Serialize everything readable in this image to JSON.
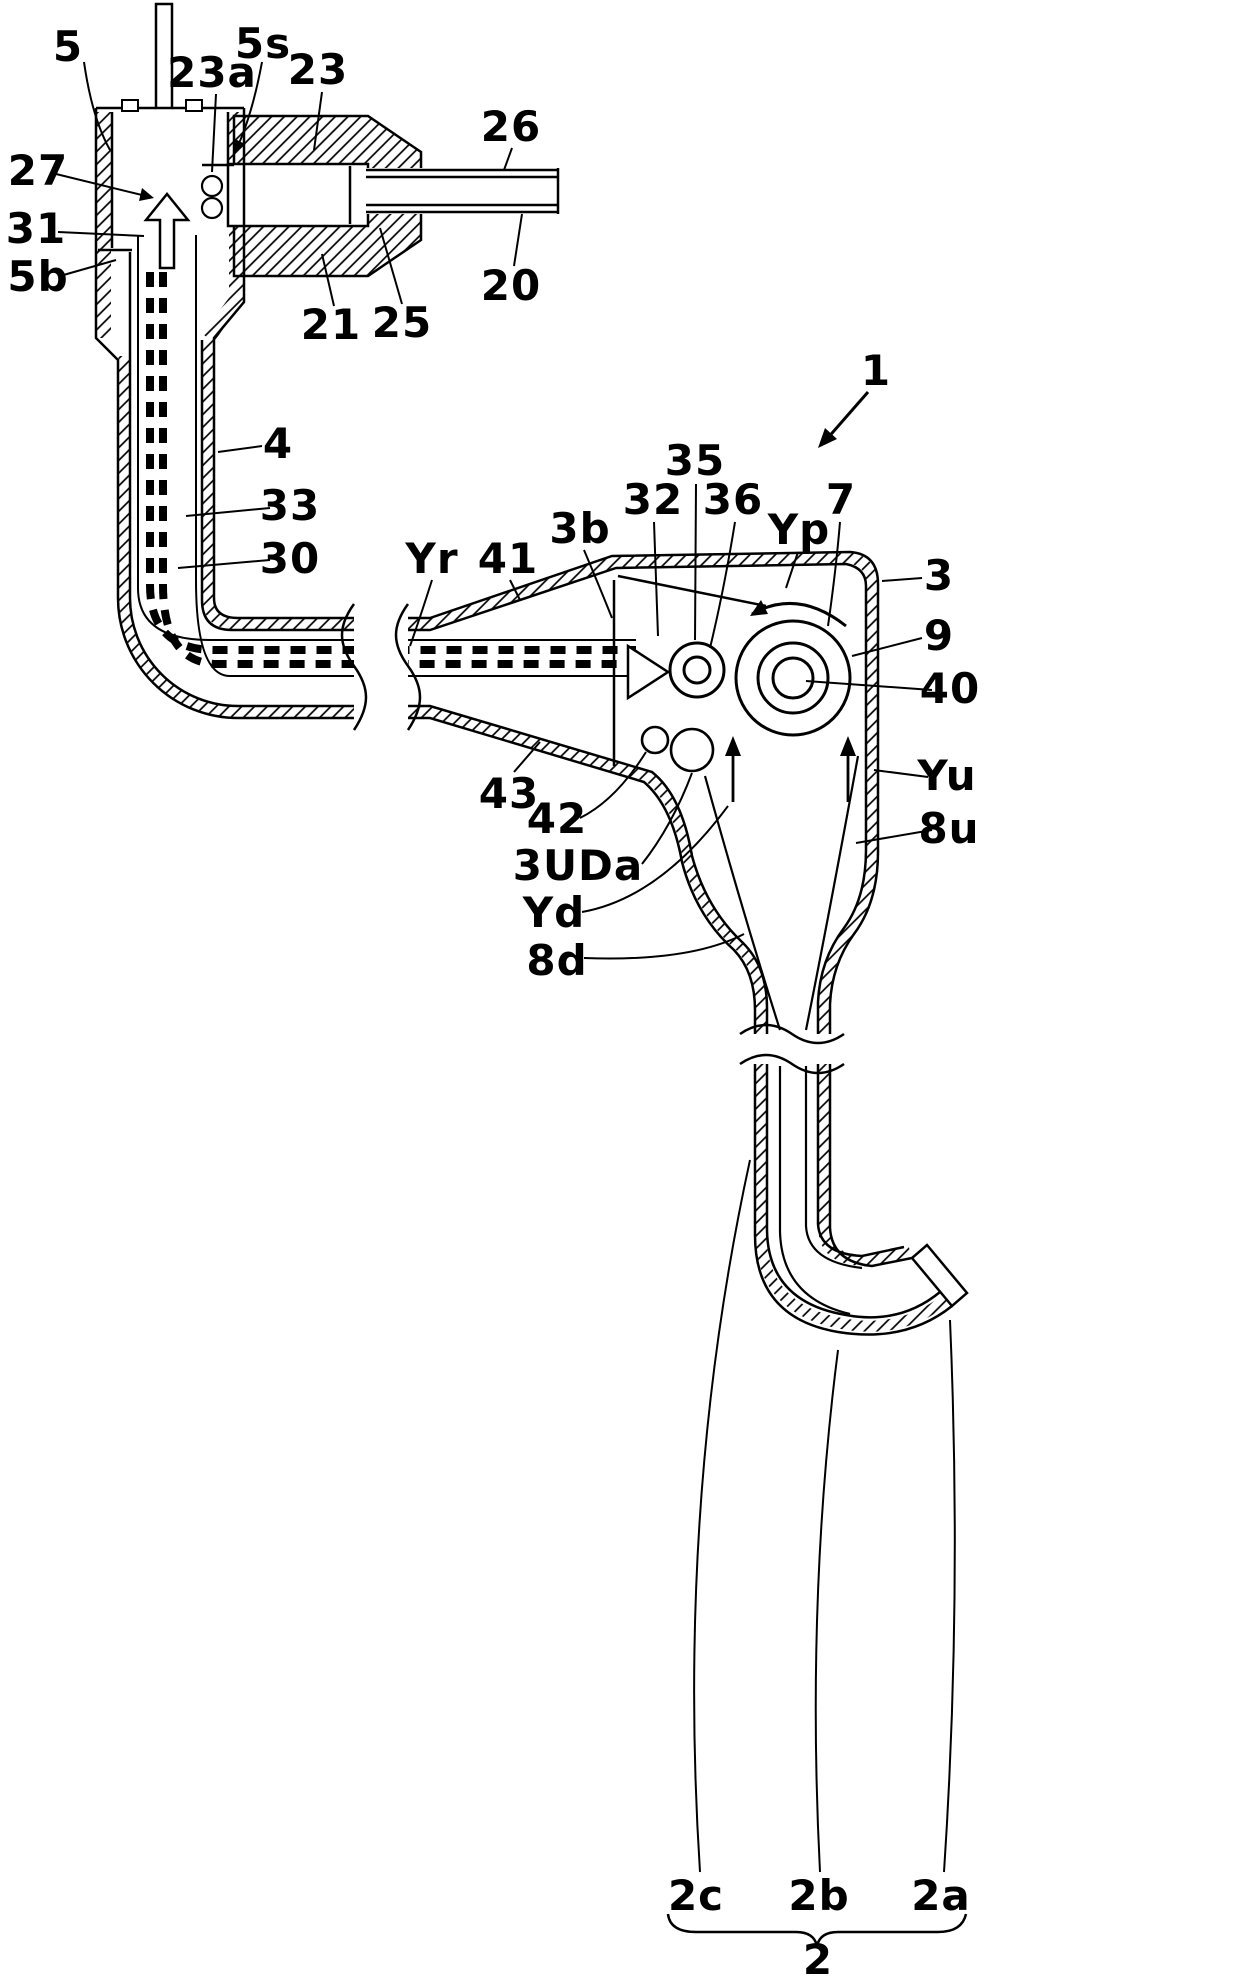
{
  "figure": {
    "kind": "patent line drawing",
    "colors": {
      "ink": "#000000",
      "paper": "#ffffff"
    }
  },
  "labels": {
    "5": "5",
    "5s": "5s",
    "23a": "23a",
    "23": "23",
    "26": "26",
    "27": "27",
    "31": "31",
    "5b": "5b",
    "21": "21",
    "25": "25",
    "20": "20",
    "1": "1",
    "4": "4",
    "33": "33",
    "30": "30",
    "Yr": "Yr",
    "41": "41",
    "3b": "3b",
    "32": "32",
    "35": "35",
    "36": "36",
    "Yp": "Yp",
    "7": "7",
    "3": "3",
    "9": "9",
    "40": "40",
    "Yu": "Yu",
    "8u": "8u",
    "43": "43",
    "42": "42",
    "3UDa": "3UDa",
    "Yd": "Yd",
    "8d": "8d",
    "2c": "2c",
    "2b": "2b",
    "2a": "2a",
    "2": "2"
  }
}
